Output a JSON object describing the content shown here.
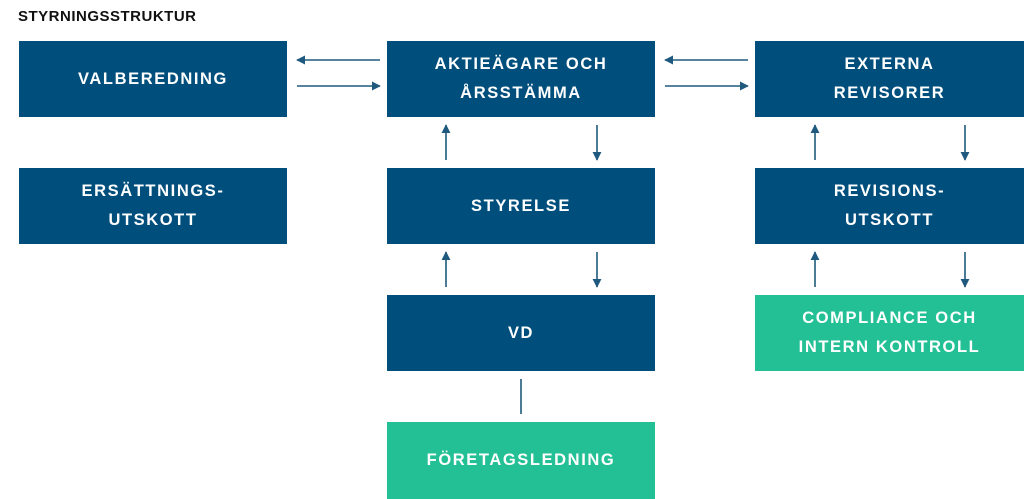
{
  "title": "STYRNINGSSTRUKTUR",
  "colors": {
    "primary": "#004e7c",
    "accent": "#22c094",
    "connector": "#1f5a7e"
  },
  "nodes": {
    "valberedning": "VALBEREDNING",
    "aktieagare": "AKTIEÄGARE OCH\nÅRSSTÄMMA",
    "externa_revisorer": "EXTERNA\nREVISORER",
    "ersattningsutskott": "ERSÄTTNINGS-\nUTSKOTT",
    "styrelse": "STYRELSE",
    "revisionsutskott": "REVISIONS-\nUTSKOTT",
    "vd": "VD",
    "compliance": "COMPLIANCE OCH\nINTERN KONTROLL",
    "foretagsledning": "FÖRETAGSLEDNING"
  }
}
